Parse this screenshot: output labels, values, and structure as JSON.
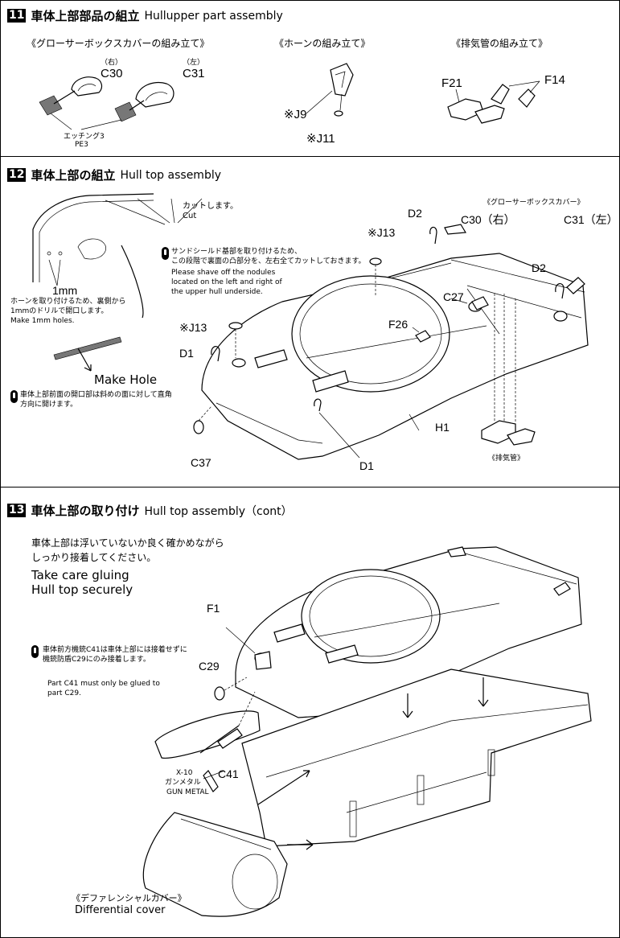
{
  "step11": {
    "number": "11",
    "title_jp": "車体上部部品の組立",
    "title_en": "Hullupper part assembly",
    "sub1": "《グローサーボックスカバーの組み立て》",
    "sub2": "《ホーンの組み立て》",
    "sub3": "《排気管の組み立て》",
    "right_jp": "（右）",
    "left_jp": "（左）",
    "c30": "C30",
    "c31": "C31",
    "etching_jp": "エッチング3",
    "etching_en": "PE3",
    "j9": "※J9",
    "j11": "※J11",
    "f21": "F21",
    "f14": "F14"
  },
  "step12": {
    "number": "12",
    "title_jp": "車体上部の組立",
    "title_en": "Hull top assembly",
    "cut_jp": "カットします。",
    "cut_en": "Cut",
    "note1_jp_a": "サンドシールド基部を取り付けるため、",
    "note1_jp_b": "この段階で裏面の凸部分を、左右全てカットしておきます。",
    "note1_en": "Please shave off the nodules located on the left and right of the upper hull underside.",
    "mm": "1mm",
    "hole_jp": "ホーンを取り付けるため、裏側から1mmのドリルで開口します。",
    "hole_en": "Make 1mm holes.",
    "make_hole": "Make Hole",
    "note2_jp": "車体上部前面の開口部は斜めの面に対して直角方向に開けます。",
    "grouser_jp": "《グローサーボックスカバー》",
    "exhaust_jp": "《排気管》",
    "d2a": "D2",
    "c30r": "C30（右）",
    "c31l": "C31（左）",
    "j13a": "※J13",
    "j13b": "※J13",
    "d2b": "D2",
    "c27": "C27",
    "f26": "F26",
    "d1a": "D1",
    "d1b": "D1",
    "c37": "C37",
    "h1": "H1"
  },
  "step13": {
    "number": "13",
    "title_jp": "車体上部の取り付け",
    "title_en": "Hull top assembly（cont）",
    "glue_jp": "車体上部は浮いていないか良く確かめながらしっかり接着してください。",
    "glue_en_1": "Take care gluing",
    "glue_en_2": "Hull top securely",
    "f1": "F1",
    "c29": "C29",
    "c41": "C41",
    "note_jp": "車体前方機銃C41は車体上部には接着せずに機銃防盾C29にのみ接着します。",
    "note_en": "Part C41 must only be glued to part C29.",
    "paint_code": "X-10",
    "paint_jp": "ガンメタル",
    "paint_en": "GUN METAL",
    "diff_jp": "《デファレンシャルカバー》",
    "diff_en": "Differential cover"
  }
}
